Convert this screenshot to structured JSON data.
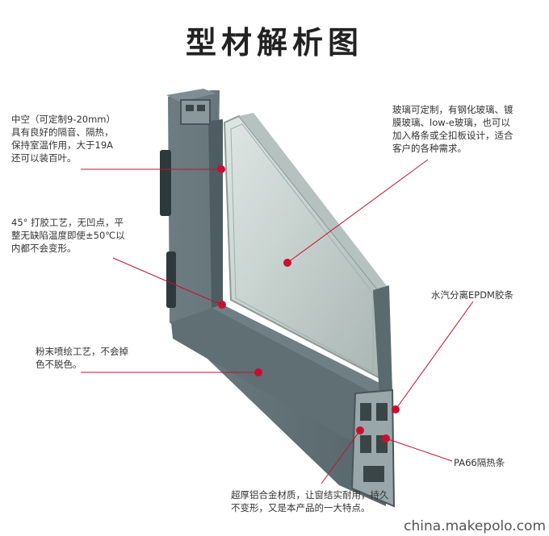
{
  "title": "型材解析图",
  "annotations": {
    "hollow": [
      "中空（可定制9-20mm）",
      "具有良好的隔音、隔热，",
      "保持室温作用，大于19A",
      "还可以装百叶。"
    ],
    "glue": [
      "45°  打胶工艺，无凹点，平",
      "整无缺陷温度即使±50℃以",
      "内都不会变形。"
    ],
    "powder": [
      "粉末喷绘工艺，不会掉",
      "色不脱色。"
    ],
    "glass": [
      "玻璃可定制，有钢化玻璃、镀",
      "膜玻璃、low-e玻璃，也可以",
      "加入格条或全扣板设计，适合",
      "客户的各种需求。"
    ],
    "epdm": [
      "水汽分离EPDM胶条"
    ],
    "pa66": [
      "PA66隔热条"
    ],
    "alloy": [
      "超厚铝合金材质，让窗结实耐用，持久",
      "不变形，又是本产品的一大特点。"
    ]
  },
  "watermark": "china.makepolo.com",
  "colors": {
    "marker": "#c8102e",
    "frame": "#5b6b70",
    "glass": "#c9d4d2"
  }
}
